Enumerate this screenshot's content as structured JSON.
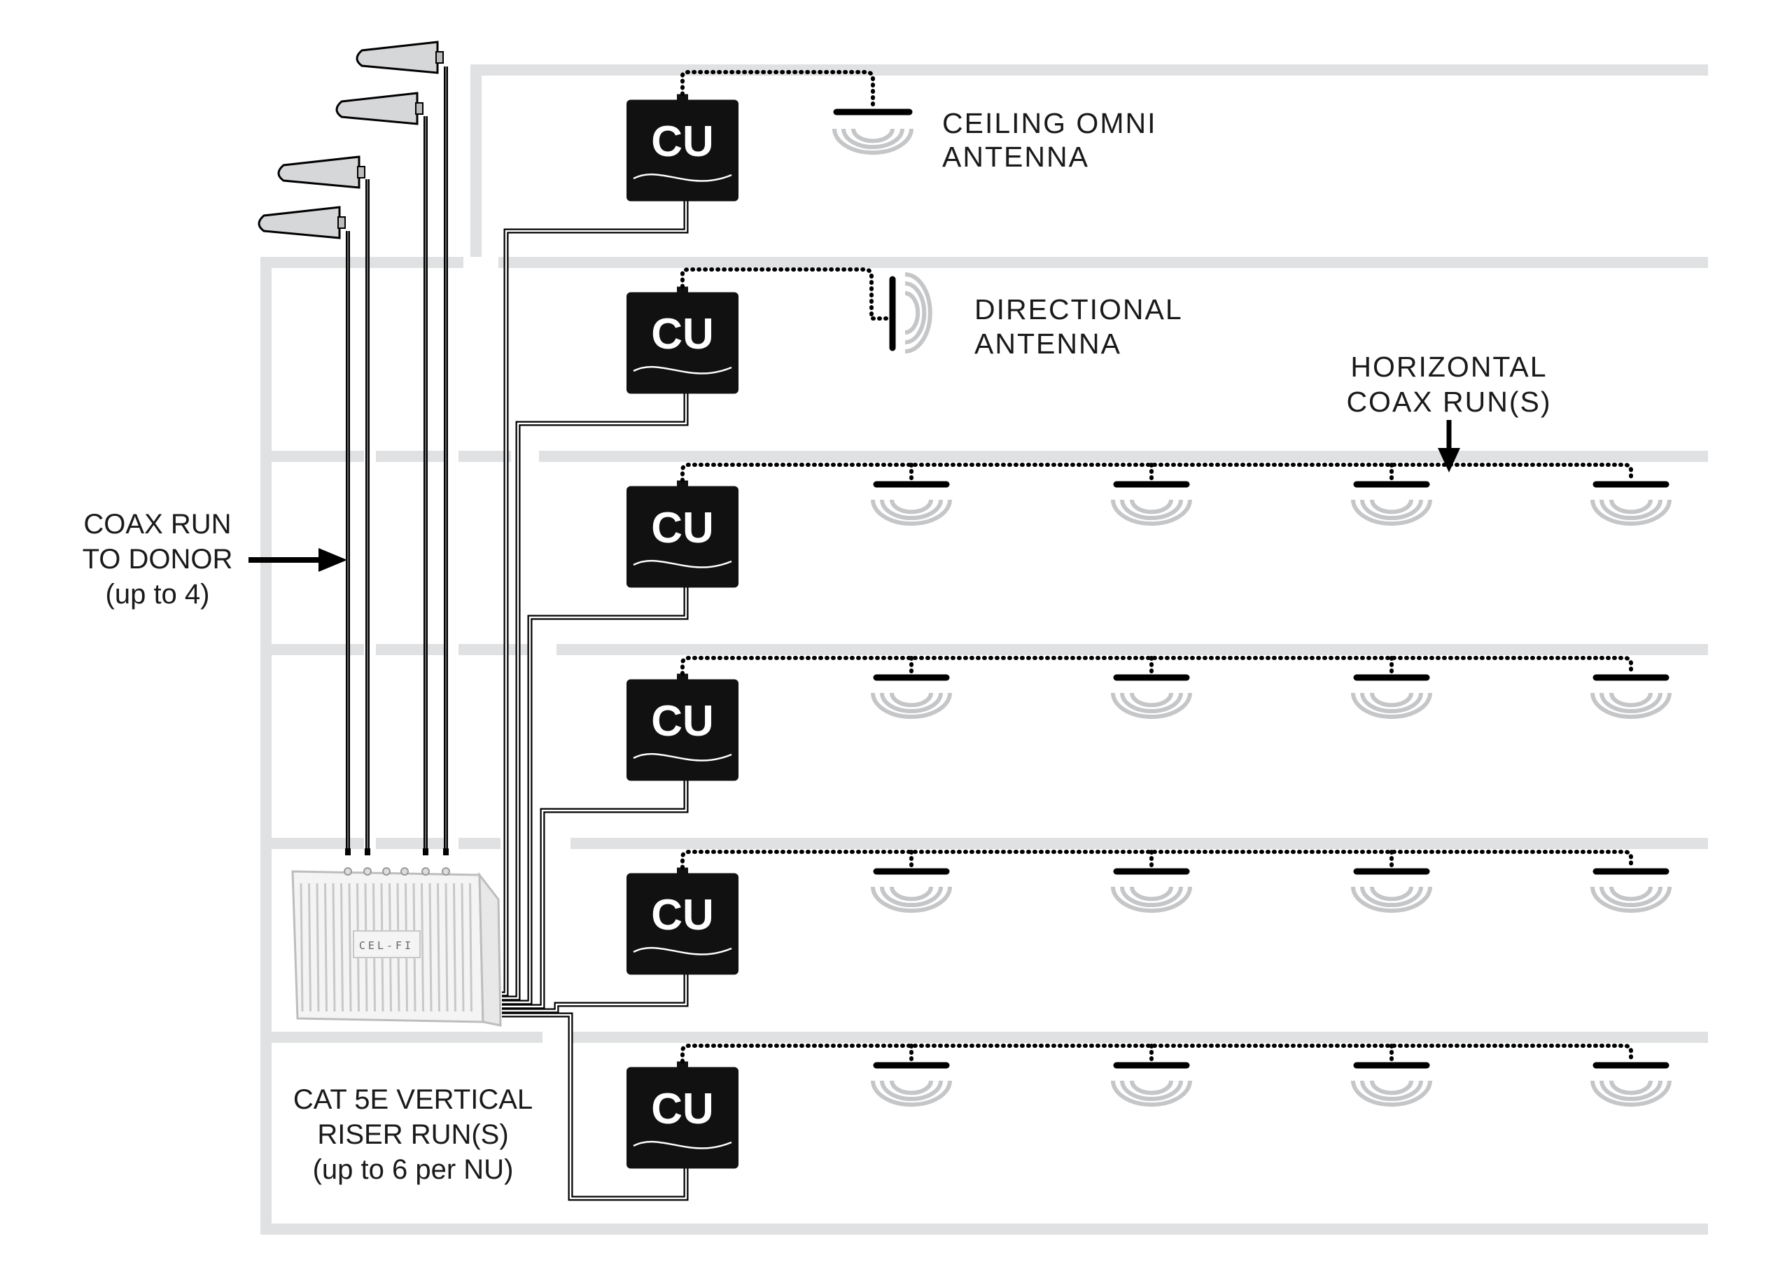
{
  "labels": {
    "ceiling_omni": [
      "CEILING OMNI",
      "ANTENNA"
    ],
    "directional": [
      "DIRECTIONAL",
      "ANTENNA"
    ],
    "horizontal_coax": [
      "HORIZONTAL",
      "COAX RUN(S)"
    ],
    "coax_to_donor": [
      "COAX RUN",
      "TO DONOR",
      "(up to 4)"
    ],
    "cat5e_riser": [
      "CAT 5E VERTICAL",
      "RISER RUN(S)",
      "(up to 6 per NU)"
    ]
  },
  "coverage_unit_label": "CU",
  "network_unit_logo": "CEL-FI",
  "floors": [
    {
      "level": 1,
      "antenna_type": "ceiling-omni",
      "antenna_count": 1
    },
    {
      "level": 2,
      "antenna_type": "directional",
      "antenna_count": 1
    },
    {
      "level": 3,
      "antenna_type": "dome",
      "antenna_count": 4
    },
    {
      "level": 4,
      "antenna_type": "dome",
      "antenna_count": 4
    },
    {
      "level": 5,
      "antenna_type": "dome",
      "antenna_count": 4
    },
    {
      "level": 6,
      "antenna_type": "dome",
      "antenna_count": 4
    }
  ],
  "donor_antennas": 4,
  "colors": {
    "structure": "#e0e1e3",
    "device": "#111111",
    "signal": "#c5c6c8",
    "stroke": "#000000"
  }
}
